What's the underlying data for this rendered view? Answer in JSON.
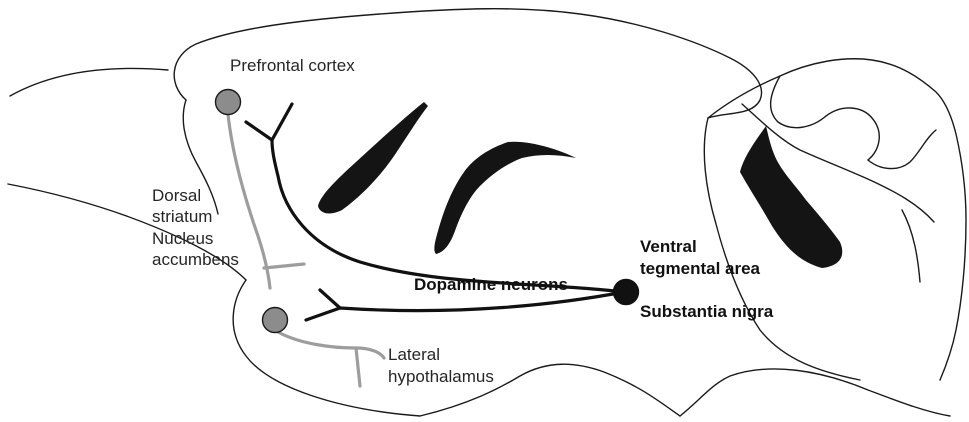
{
  "labels": {
    "prefrontal_cortex": "Prefrontal cortex",
    "dorsal": "Dorsal",
    "striatum": "striatum",
    "nucleus": "Nucleus",
    "accumbens": "accumbens",
    "dopamine_neurons": "Dopamine neurons",
    "ventral": "Ventral",
    "tegmental_area": "tegmental area",
    "substantia_nigra": "Substantia nigra",
    "lateral": "Lateral",
    "hypothalamus": "hypothalamus"
  },
  "colors": {
    "dopamine_pathway": "#111111",
    "secondary_pathway": "#9d9d9d",
    "cell_body_gray": "#8c8c8c",
    "outline": "#1a1a1a"
  }
}
